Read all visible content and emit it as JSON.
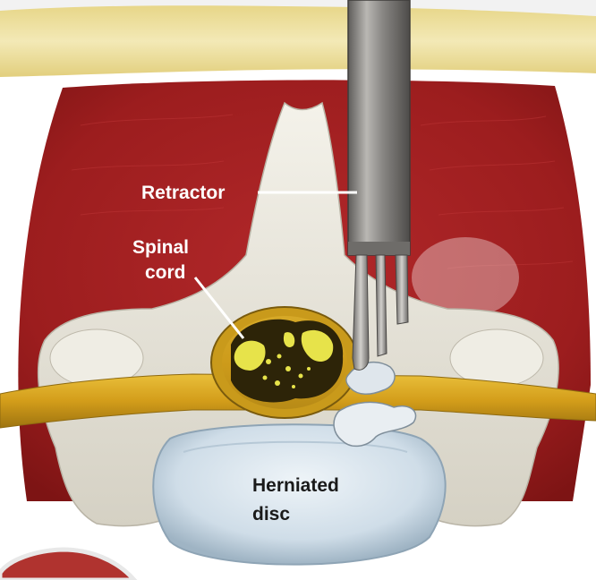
{
  "labels": {
    "retractor": "Retractor",
    "spinal_cord_line1": "Spinal",
    "spinal_cord_line2": "cord",
    "herniated_disc_line1": "Herniated",
    "herniated_disc_line2": "disc"
  },
  "colors": {
    "muscle": "#a3201f",
    "fat_layer": "#efe2a0",
    "bone": "#ece9df",
    "nerve": "#d7a41d",
    "cord_interior": "#2d2408",
    "disc": "#d9e6ef",
    "retractor_metal": "#8c8a88",
    "label_light": "#ffffff",
    "label_dark": "#1a1a1a"
  }
}
